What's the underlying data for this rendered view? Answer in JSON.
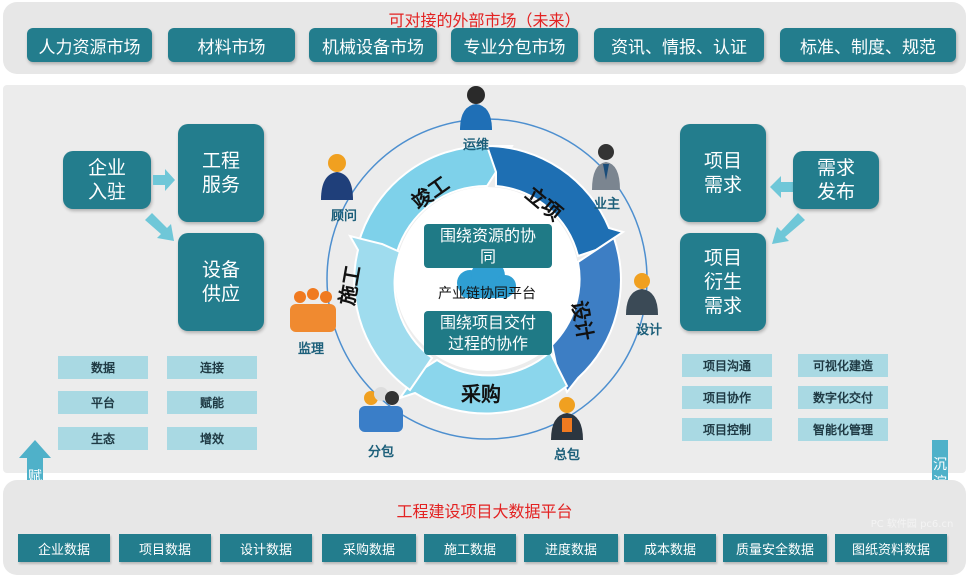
{
  "top": {
    "title": "可对接的外部市场（未来）",
    "markets": [
      "人力资源市场",
      "材料市场",
      "机械设备市场",
      "专业分包市场",
      "资讯、情报、认证",
      "标准、制度、规范"
    ]
  },
  "left": {
    "enterprise": "企业\n入驻",
    "engineering": "工程\n服务",
    "equipment": "设备\n供应",
    "tags": [
      "数据",
      "连接",
      "平台",
      "赋能",
      "生态",
      "增效"
    ]
  },
  "right": {
    "project_demand": "项目\n需求",
    "demand_release": "需求\n发布",
    "derived_demand": "项目\n衍生\n需求",
    "tags": [
      "项目沟通",
      "可视化建造",
      "项目协作",
      "数字化交付",
      "项目控制",
      "智能化管理"
    ]
  },
  "cycle": {
    "segments": [
      "竣工",
      "立项",
      "设计",
      "采购",
      "施工"
    ],
    "roles": [
      "运维",
      "业主",
      "设计",
      "总包",
      "分包",
      "监理",
      "顾问"
    ],
    "center_top": "围绕资源的协\n同",
    "center_mid": "产业链协同平台",
    "center_bottom": "围绕项目交付\n过程的协作"
  },
  "side_labels": {
    "left": "赋\n能",
    "right": "沉\n淀"
  },
  "bottom": {
    "title": "工程建设项目大数据平台",
    "items": [
      "企业数据",
      "项目数据",
      "设计数据",
      "采购数据",
      "施工数据",
      "进度数据",
      "成本数据",
      "质量安全数据",
      "图纸资料数据"
    ]
  },
  "watermark": "PC 软件园 pc6.cn"
}
